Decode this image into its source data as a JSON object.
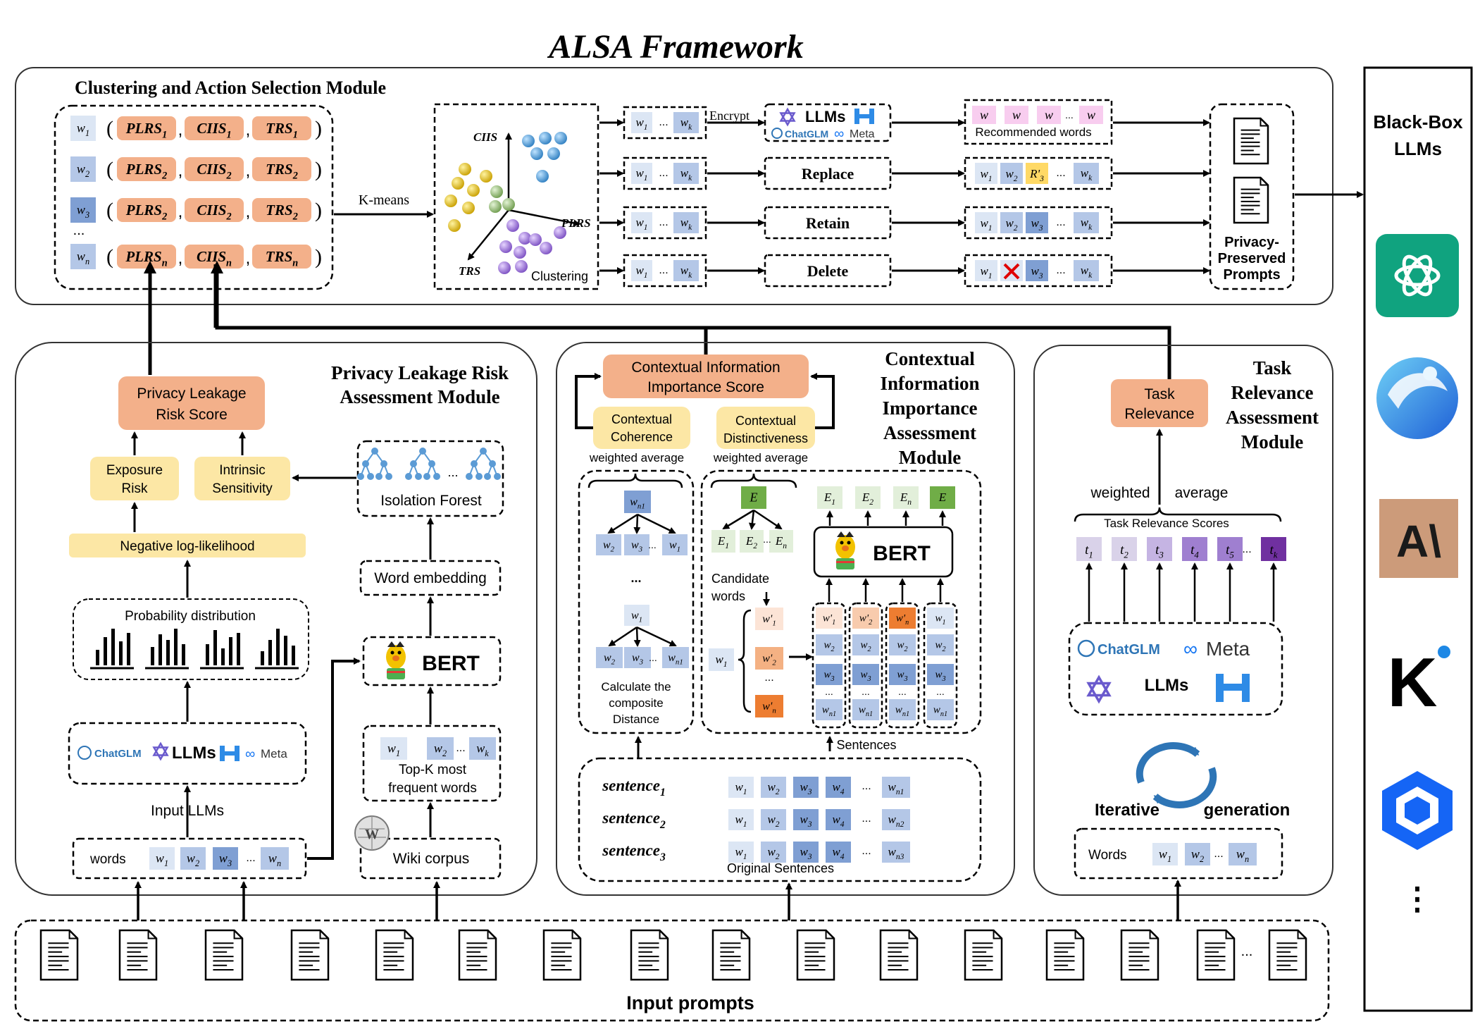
{
  "title": "ALSA Framework",
  "clustering_module": {
    "title": "Clustering and Action Selection Module",
    "rows": [
      {
        "word": "w",
        "sub": "1",
        "scores": [
          {
            "name": "PLRS",
            "sub": "1"
          },
          {
            "name": "CIIS",
            "sub": "1"
          },
          {
            "name": "TRS",
            "sub": "1"
          }
        ]
      },
      {
        "word": "w",
        "sub": "2",
        "scores": [
          {
            "name": "PLRS",
            "sub": "2"
          },
          {
            "name": "CIIS",
            "sub": "2"
          },
          {
            "name": "TRS",
            "sub": "2"
          }
        ]
      },
      {
        "word": "w",
        "sub": "3",
        "scores": [
          {
            "name": "PLRS",
            "sub": "2"
          },
          {
            "name": "CIIS",
            "sub": "2"
          },
          {
            "name": "TRS",
            "sub": "2"
          }
        ]
      },
      {
        "word": "w",
        "sub": "n",
        "scores": [
          {
            "name": "PLRS",
            "sub": "n"
          },
          {
            "name": "CIIS",
            "sub": "n"
          },
          {
            "name": "TRS",
            "sub": "n"
          }
        ]
      }
    ],
    "dots": "...",
    "kmeans_label": "K-means",
    "axes": {
      "ciis": "CIIS",
      "plrs": "PLRS",
      "trs": "TRS"
    },
    "clustering_label": "Clustering",
    "encrypt_label": "Encrypt",
    "llms_label": "LLMs",
    "chatglm_label": "ChatGLM",
    "meta_label": "Meta",
    "actions": [
      "Replace",
      "Retain",
      "Delete"
    ],
    "recommended_label": "Recommended words",
    "rec_word": "w",
    "replaced_word": "R'",
    "replaced_sub": "3",
    "output_label_lines": [
      "Privacy-",
      "Preserved",
      "Prompts"
    ]
  },
  "black_box": {
    "title_lines": [
      "Black-Box",
      "LLMs"
    ],
    "icons": [
      "chatgpt-icon",
      "doubao-icon",
      "anthropic-icon",
      "kimi-icon",
      "deepseek-cube-icon"
    ],
    "anthropic_glyph": "A\\",
    "kimi_glyph": "K",
    "more": "⋮"
  },
  "privacy_module": {
    "title_lines": [
      "Privacy Leakage Risk",
      "Assessment Module"
    ],
    "risk_score_lines": [
      "Privacy Leakage",
      "Risk Score"
    ],
    "exposure_lines": [
      "Exposure",
      "Risk"
    ],
    "intrinsic_lines": [
      "Intrinsic",
      "Sensitivity"
    ],
    "nll_label": "Negative log-likelihood",
    "prob_label": "Probability distribution",
    "llms_label": "LLMs",
    "chatglm_label": "ChatGLM",
    "meta_label": "Meta",
    "input_llms_label": "Input  LLMs",
    "words_label": "words",
    "isolation_forest_label": "Isolation Forest",
    "word_embedding_label": "Word embedding",
    "bert_label": "BERT",
    "topk_lines": [
      "Top-K most",
      "frequent words"
    ],
    "wiki_label": "Wiki corpus"
  },
  "contextual_module": {
    "title_lines": [
      "Contextual",
      "Information",
      "Importance",
      "Assessment",
      "Module"
    ],
    "score_lines": [
      "Contextual Information",
      "Importance Score"
    ],
    "coherence_lines": [
      "Contextual",
      "Coherence"
    ],
    "distinctiveness_lines": [
      "Contextual",
      "Distinctiveness"
    ],
    "weighted_average": "weighted average",
    "calc_lines": [
      "Calculate the",
      "composite",
      "Distance"
    ],
    "candidate_lines": [
      "Candidate",
      "words"
    ],
    "bert_label": "BERT",
    "sentences_label": "Sentences",
    "sentence_names": [
      "sentence",
      "sentence",
      "sentence"
    ],
    "sentence_subs": [
      "1",
      "2",
      "3"
    ],
    "original_label": "Original Sentences",
    "e_label": "E"
  },
  "task_module": {
    "title_lines": [
      "Task",
      "Relevance",
      "Assessment",
      "Module"
    ],
    "relevance_lines": [
      "Task",
      "Relevance"
    ],
    "weighted_average": "weighted      average",
    "scores_label": "Task Relevance Scores",
    "t_subs": [
      "1",
      "2",
      "3",
      "4",
      "5",
      "k"
    ],
    "chatglm_label": "ChatGLM",
    "meta_label": "Meta",
    "llms_label": "LLMs",
    "iterative_label": "Iterative",
    "generation_label": "generation",
    "words_label": "Words"
  },
  "input_prompts_label": "Input prompts",
  "colors": {
    "orange_box": "#F3B08A",
    "yellow_box": "#FCE7A5",
    "word_light": "#DCE6F4",
    "word_mid": "#B4C7E7",
    "word_dark": "#7F9FD3",
    "green_dark": "#70AD47",
    "green_light": "#E2EFDA",
    "purple": "#8064A2",
    "teal": "#10A37F",
    "anthropic_bg": "#CC9B7A"
  }
}
